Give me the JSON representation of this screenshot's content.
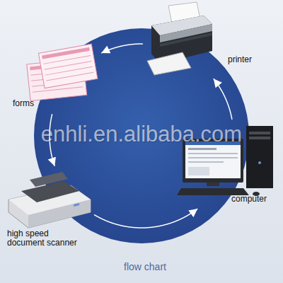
{
  "diagram": {
    "caption": "flow chart",
    "nodes": [
      {
        "text": [
          "printer"
        ]
      },
      {
        "text": [
          "forms"
        ]
      },
      {
        "text": [
          "computer"
        ]
      },
      {
        "text": [
          "high speed document scanner"
        ]
      }
    ],
    "edges": [
      {
        "from": 0,
        "to": 1,
        "arrow": "to"
      },
      {
        "from": 1,
        "to": 3,
        "arrow": "to"
      },
      {
        "from": 3,
        "to": 2,
        "arrow": "to"
      },
      {
        "from": 2,
        "to": 0,
        "arrow": "to"
      }
    ],
    "labels": [
      "enhli.en.alibaba.com"
    ]
  }
}
